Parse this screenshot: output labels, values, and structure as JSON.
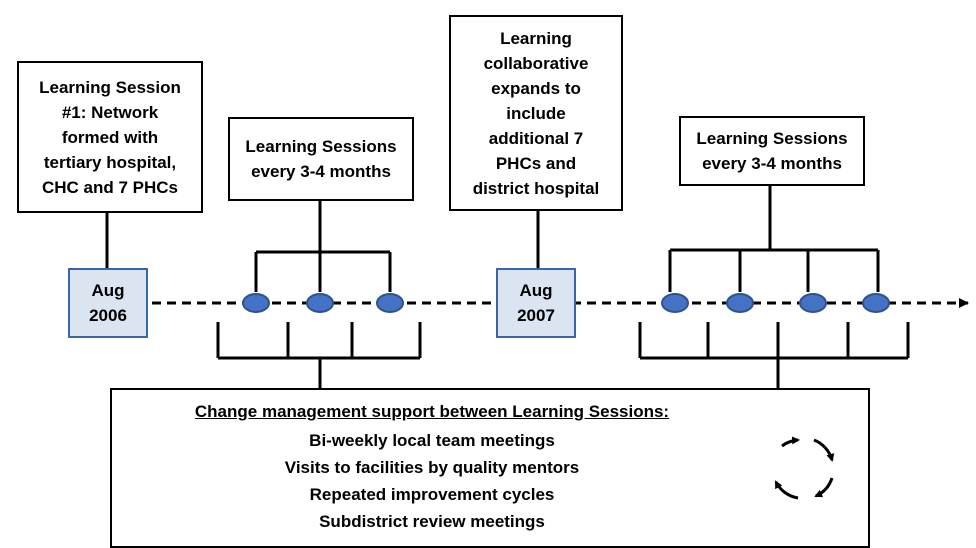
{
  "boxes": {
    "session1": [
      "Learning Session",
      "#1: Network",
      "formed with",
      "tertiary hospital,",
      "CHC and 7 PHCs"
    ],
    "sessions_a": [
      "Learning Sessions",
      "every 3-4 months"
    ],
    "expansion": [
      "Learning",
      "collaborative",
      "expands to",
      "include",
      "additional 7",
      "PHCs and",
      "district hospital"
    ],
    "sessions_b": [
      "Learning Sessions",
      "every 3-4 months"
    ]
  },
  "dates": {
    "aug2006": [
      "Aug",
      "2006"
    ],
    "aug2007": [
      "Aug",
      "2007"
    ]
  },
  "support": {
    "title": "Change management support between Learning Sessions:",
    "items": [
      "Bi-weekly local team meetings",
      "Visits to facilities by quality mentors",
      "Repeated improvement cycles",
      "Subdistrict review meetings"
    ]
  },
  "icons": {
    "session_marker": "ellipse-node",
    "cycle": "circular-arrows-icon"
  },
  "colors": {
    "date_fill": "#dbe4f1",
    "date_border": "#3a66a6",
    "node_fill": "#4472c4",
    "node_border": "#2f528f"
  }
}
